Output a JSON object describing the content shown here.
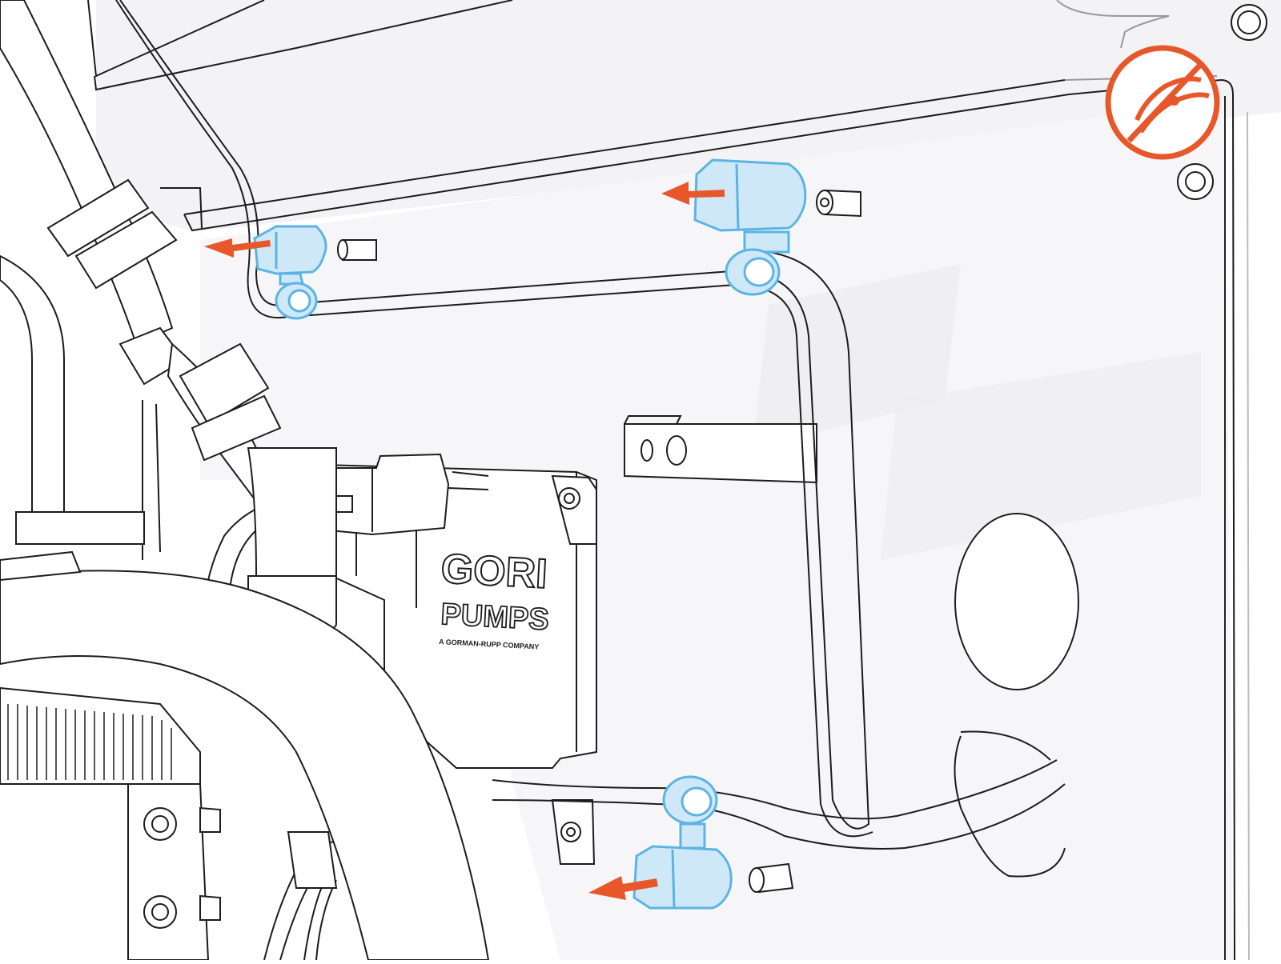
{
  "illustration": {
    "brand": {
      "logo_line1": "GORI",
      "logo_line2": "PUMPS",
      "tagline": "A GORMAN-RUPP COMPANY"
    },
    "tool_icon": "pliers-icon",
    "colors": {
      "background": "#ffffff",
      "line": "#1c1c1c",
      "panel_shade": "#f1f1f3",
      "highlight_clip": "#5bb4e3",
      "highlight_clip_fill": "#cfe8f7",
      "arrow": "#e8572a",
      "tool_badge": "#e8572a"
    },
    "callouts": [
      {
        "id": "clip-upper-left",
        "action": "remove-left"
      },
      {
        "id": "clip-upper-center",
        "action": "remove-left"
      },
      {
        "id": "clip-lower",
        "action": "remove-left"
      }
    ]
  }
}
